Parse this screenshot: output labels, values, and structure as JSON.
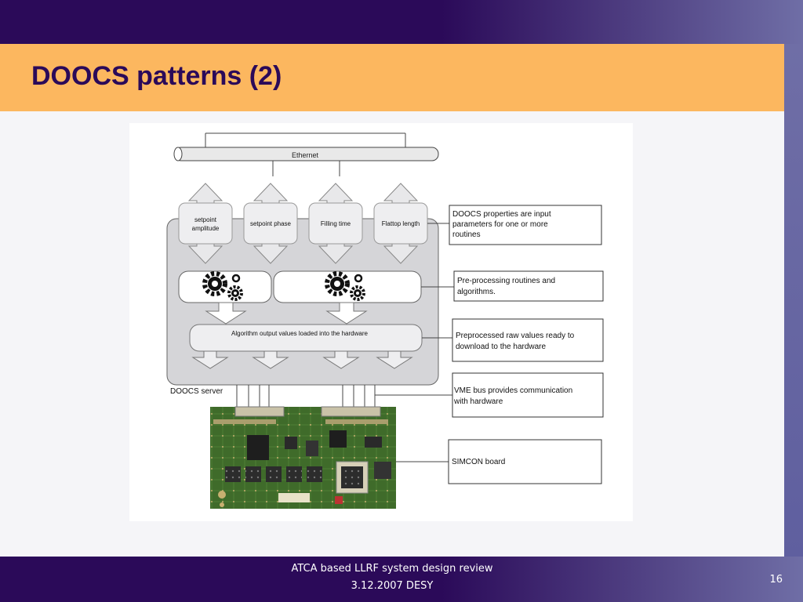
{
  "slide": {
    "title": "DOOCS patterns (2)"
  },
  "diagram": {
    "ethernet_label": "Ethernet",
    "properties": [
      "setpoint amplitude",
      "setpoint phase",
      "Filling time",
      "Flattop length"
    ],
    "output_label": "Algorithm output values loaded into the hardware",
    "server_label": "DOOCS server",
    "annotations": {
      "properties": "DOOCS properties are input parameters for one or more routines",
      "preprocessing": "Pre-processing routines and algorithms.",
      "raw_values": "Preprocessed raw values ready to download to the hardware",
      "vme": "VME bus provides communication with hardware",
      "board": "SIMCON board"
    }
  },
  "footer": {
    "line1": "ATCA based LLRF system design review",
    "line2": "3.12.2007 DESY",
    "page_number": "16"
  },
  "colors": {
    "navy": "#2b0a59",
    "orange": "#fcb75f",
    "periwinkle": "#6f6ea6",
    "pcb_green": "#3f6b2a"
  }
}
